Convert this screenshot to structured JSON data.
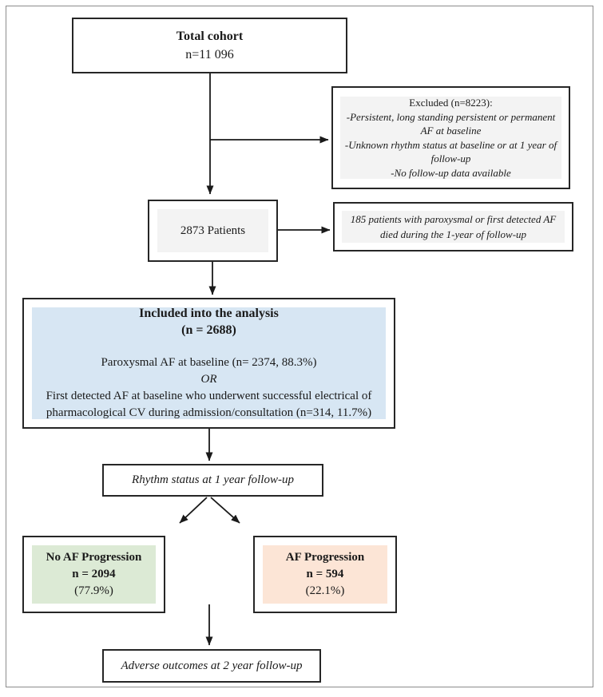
{
  "figure": {
    "type": "flowchart",
    "boxes": {
      "total_cohort": {
        "title": "Total cohort",
        "n": "n=11 096"
      },
      "excluded": {
        "title": "Excluded (n=8223):",
        "items": [
          "-Persistent, long standing persistent or permanent AF at baseline",
          "-Unknown rhythm status at baseline or at 1 year of follow-up",
          "-No follow-up data available"
        ]
      },
      "patients": {
        "label": "2873 Patients"
      },
      "died": {
        "text": "185 patients with paroxysmal or first detected AF died during the 1-year of follow-up"
      },
      "included": {
        "title": "Included into the analysis",
        "n": "(n = 2688)",
        "line1": "Paroxysmal AF at baseline (n= 2374, 88.3%)",
        "or": "OR",
        "line2": "First detected AF at baseline who underwent successful electrical of pharmacological CV during admission/consultation (n=314, 11.7%)"
      },
      "rhythm_status": {
        "label": "Rhythm status at 1 year follow-up"
      },
      "no_af_progression": {
        "title": "No AF Progression",
        "n": "n = 2094",
        "pct": "(77.9%)"
      },
      "af_progression": {
        "title": "AF Progression",
        "n": "n = 594",
        "pct": "(22.1%)"
      },
      "adverse_outcomes": {
        "label": "Adverse outcomes at 2 year follow-up"
      }
    },
    "colors": {
      "included_fill": "#d7e6f3",
      "no_progression_fill": "#dcead5",
      "progression_fill": "#fce5d6",
      "gray_fill": "#f3f3f3",
      "box_border": "#262626",
      "figure_border": "#8c8c8c",
      "arrow": "#1a1a1a"
    }
  }
}
